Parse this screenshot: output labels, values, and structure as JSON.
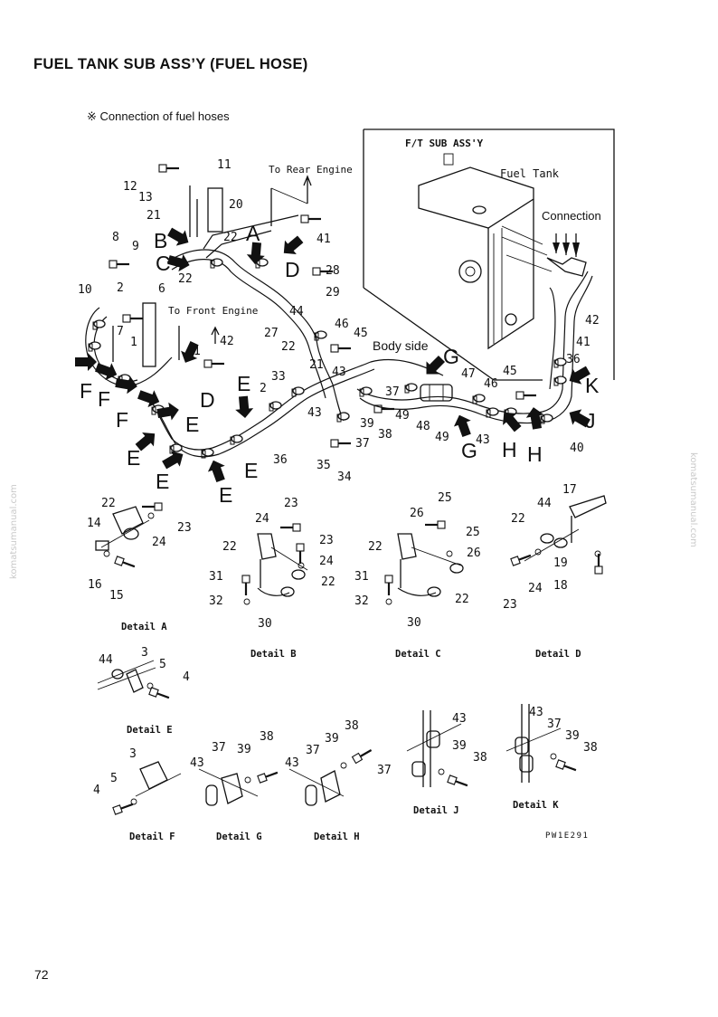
{
  "title": "FUEL TANK SUB ASS’Y (FUEL HOSE)",
  "subtitle": "※  Connection of fuel hoses",
  "page_number": "72",
  "watermark": "komatsumanual.com",
  "figure_code": "PW1E291",
  "labels": {
    "to_rear_engine": "To Rear Engine",
    "to_front_engine": "To Front Engine",
    "ft_sub_assy": "F/T SUB ASS'Y",
    "fuel_tank": "Fuel Tank",
    "connection": "Connection",
    "body_side": "Body side"
  },
  "details": {
    "a": "Detail A",
    "b": "Detail B",
    "c": "Detail C",
    "d": "Detail D",
    "e": "Detail E",
    "f": "Detail F",
    "g": "Detail G",
    "h": "Detail H",
    "j": "Detail J",
    "k": "Detail K"
  },
  "letters": {
    "A": "A",
    "B": "B",
    "C": "C",
    "D": "D",
    "E": "E",
    "F": "F",
    "G": "G",
    "H": "H",
    "J": "J",
    "K": "K"
  },
  "part_numbers": {
    "n1": "1",
    "n2": "2",
    "n3": "3",
    "n4": "4",
    "n5": "5",
    "n6": "6",
    "n7": "7",
    "n8": "8",
    "n9": "9",
    "n10": "10",
    "n11": "11",
    "n12": "12",
    "n13": "13",
    "n14": "14",
    "n15": "15",
    "n16": "16",
    "n17": "17",
    "n18": "18",
    "n19": "19",
    "n20": "20",
    "n21": "21",
    "n22": "22",
    "n23": "23",
    "n24": "24",
    "n25": "25",
    "n26": "26",
    "n27": "27",
    "n28": "28",
    "n29": "29",
    "n30": "30",
    "n31": "31",
    "n32": "32",
    "n33": "33",
    "n34": "34",
    "n35": "35",
    "n36": "36",
    "n37": "37",
    "n38": "38",
    "n39": "39",
    "n40": "40",
    "n41": "41",
    "n42": "42",
    "n43": "43",
    "n44": "44",
    "n45": "45",
    "n46": "46",
    "n47": "47",
    "n48": "48",
    "n49": "49"
  }
}
